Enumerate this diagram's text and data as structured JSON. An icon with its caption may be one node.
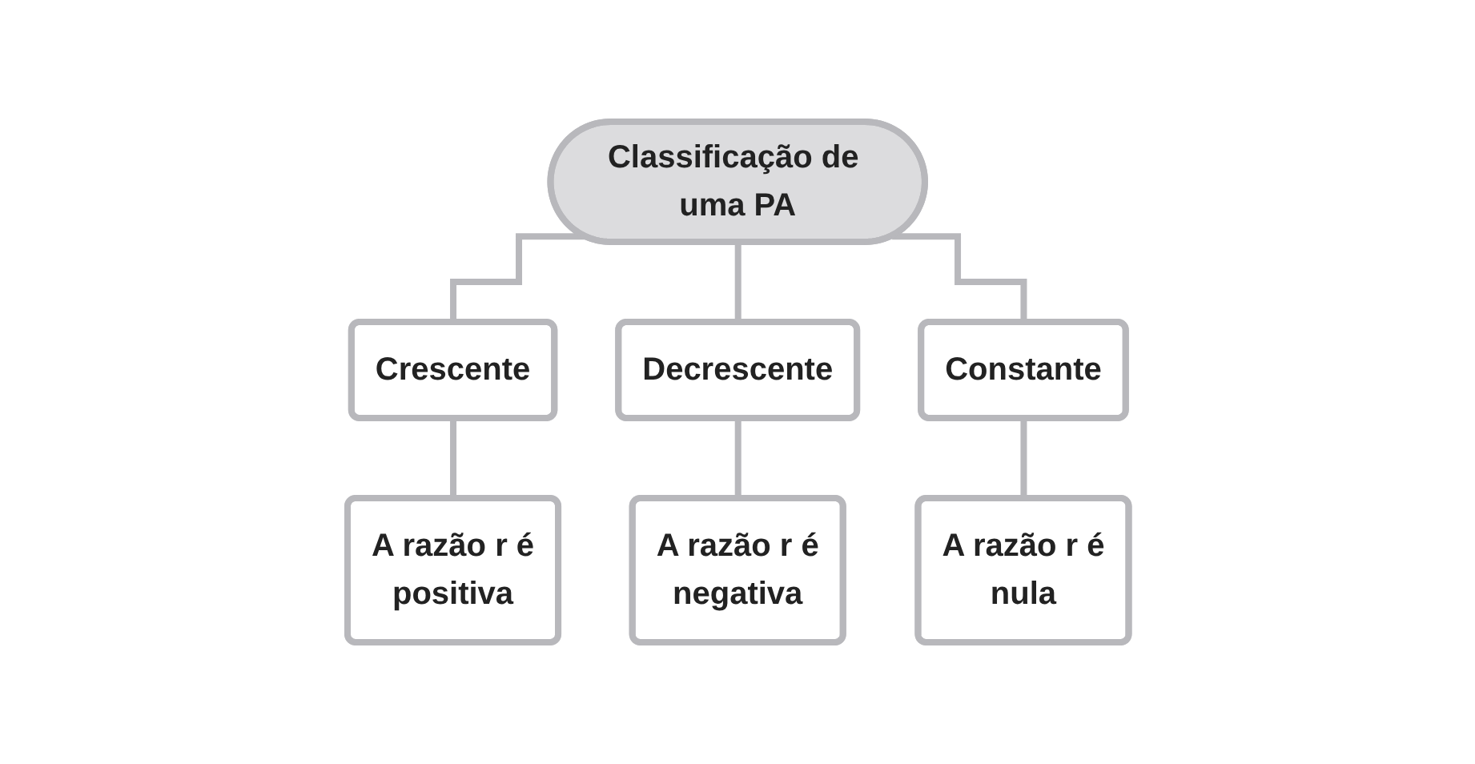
{
  "diagram": {
    "nodes": [
      {
        "text": [
          "Classificação de uma PA"
        ]
      },
      {
        "text": [
          "Crescente"
        ]
      },
      {
        "text": [
          "Decrescente"
        ]
      },
      {
        "text": [
          "Constante"
        ]
      },
      {
        "text": [
          "A razão r é",
          "positiva"
        ]
      },
      {
        "text": [
          "A razão r é",
          "negativa"
        ]
      },
      {
        "text": [
          "A razão r é",
          "nula"
        ]
      }
    ],
    "edges": [
      {
        "from": 0,
        "to": 1,
        "arrow": "none"
      },
      {
        "from": 0,
        "to": 2,
        "arrow": "none"
      },
      {
        "from": 0,
        "to": 3,
        "arrow": "none"
      },
      {
        "from": 1,
        "to": 4,
        "arrow": "none"
      },
      {
        "from": 2,
        "to": 5,
        "arrow": "none"
      },
      {
        "from": 3,
        "to": 6,
        "arrow": "none"
      }
    ]
  }
}
